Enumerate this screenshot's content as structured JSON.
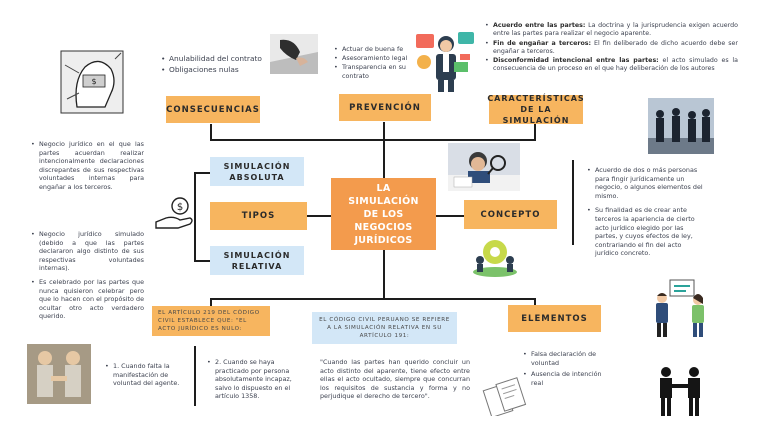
{
  "central": "LA SIMULACIÓN DE LOS NEGOCIOS JURÍDICOS",
  "consecuencias": {
    "label": "CONSECUENCIAS",
    "items": [
      "Anulabilidad del contrato",
      "Obligaciones nulas"
    ]
  },
  "prevencion": {
    "label": "PREVENCIÓN",
    "items": [
      "Actuar de buena fe",
      "Asesoramiento legal",
      "Transparencia en su contrato"
    ]
  },
  "caracteristicas": {
    "label": "CARACTERÍSTICAS DE LA SIMULACIÓN",
    "items": [
      {
        "term": "Acuerdo entre las partes:",
        "text": "La doctrina y la jurisprudencia exigen acuerdo entre las partes para realizar el negocio aparente."
      },
      {
        "term": "Fin de engañar a terceros:",
        "text": "El fin deliberado de dicho acuerdo debe ser engañar a terceros."
      },
      {
        "term": "Disconformidad intencional entre las partes:",
        "text": "el acto simulado es la consecuencia de un proceso en el que hay deliberación de los autores"
      }
    ]
  },
  "simulacion_absoluta": {
    "label": "SIMULACIÓN ABSOLUTA",
    "text": "Negocio jurídico en el que las partes acuerdan realizar intencionalmente declaraciones discrepantes de sus respectivas voluntades internas para engañar a los terceros."
  },
  "tipos": {
    "label": "TIPOS"
  },
  "simulacion_relativa": {
    "label": "SIMULACIÓN RELATIVA",
    "items": [
      "Negocio jurídico simulado (debido a que las partes declararon algo distinto de sus respectivas voluntades internas).",
      "Es celebrado por las partes que nunca quisieron celebrar pero que lo hacen con el propósito de ocultar otro acto verdadero querido."
    ]
  },
  "concepto": {
    "label": "CONCEPTO",
    "items": [
      "Acuerdo de dos o más personas para fingir jurídicamente un negocio, o algunos elementos del mismo.",
      "Su finalidad es de crear ante terceros la apariencia de cierto acto jurídico elegido por las partes, y cuyos efectos de ley, contrariando el fin del acto jurídico concreto."
    ]
  },
  "articulo219": {
    "label": "EL ARTÍCULO 219 DEL CÓDIGO CIVIL ESTABLECE QUE: \"EL ACTO JURÍDICO ES NULO:",
    "item1": "1. Cuando falta la manifestación de voluntad del agente.",
    "item2": "2. Cuando se haya practicado por persona absolutamente incapaz, salvo lo dispuesto en el artículo 1358."
  },
  "articulo191": {
    "label": "EL CÓDIGO CIVIL PERUANO SE REFIERE A LA SIMULACIÓN RELATIVA EN SU ARTÍCULO 191:",
    "quote": "\"Cuando las partes han querido concluir un acto distinto del aparente, tiene efecto entre ellas el acto ocultado, siempre que concurran los requisitos de sustancia y forma y no perjudique el derecho de tercero\"."
  },
  "elementos": {
    "label": "ELEMENTOS",
    "items": [
      "Falsa declaración de voluntad",
      "Ausencia de intención real"
    ]
  },
  "colors": {
    "orange": "#f7b55f",
    "central": "#f39b4d",
    "blue": "#d3e7f7",
    "line": "#1d1d1d"
  }
}
